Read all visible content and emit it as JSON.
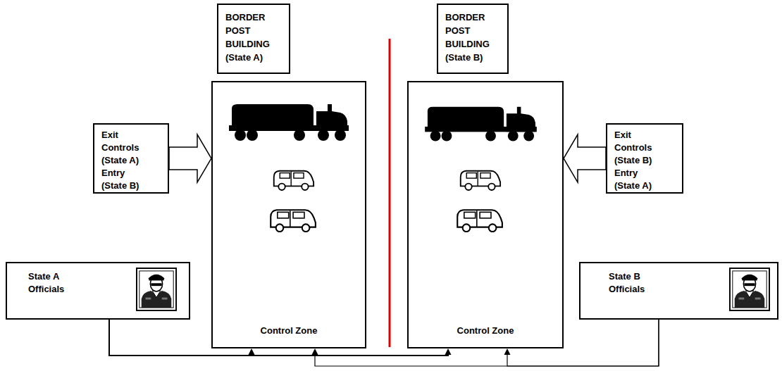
{
  "diagram": {
    "nodes": [
      {
        "text": [
          "BORDER POST BUILDING (State A)"
        ]
      },
      {
        "text": [
          "BORDER POST BUILDING (State B)"
        ]
      },
      {
        "text": [
          "Exit Controls (State A)",
          "Entry (State B)"
        ]
      },
      {
        "text": [
          "Control Zone"
        ]
      },
      {
        "text": [
          "Control Zone"
        ]
      },
      {
        "text": [
          "Exit Controls (State B)",
          "Entry (State A)"
        ]
      },
      {
        "text": [
          "State A Officials"
        ]
      },
      {
        "text": [
          "State B Officials"
        ]
      }
    ],
    "edges": [
      {
        "from": 2,
        "to": 3,
        "arrow": "to"
      },
      {
        "from": 5,
        "to": 4,
        "arrow": "to"
      },
      {
        "from": 6,
        "to": 3,
        "arrow": "to"
      },
      {
        "from": 6,
        "to": 4,
        "arrow": "to"
      },
      {
        "from": 7,
        "to": 3,
        "arrow": "to"
      },
      {
        "from": 7,
        "to": 4,
        "arrow": "to"
      }
    ]
  }
}
